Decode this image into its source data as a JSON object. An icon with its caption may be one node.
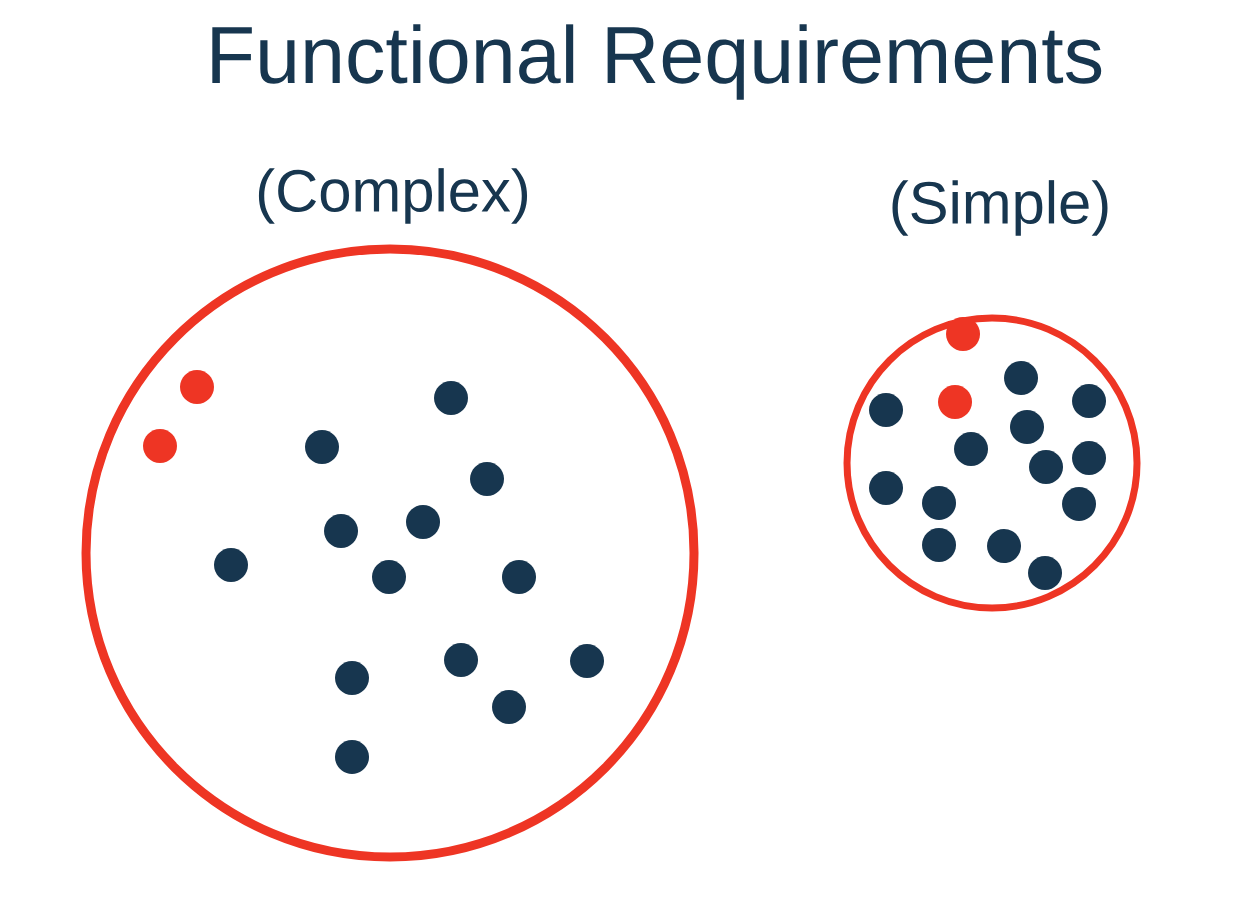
{
  "diagram": {
    "title": "Functional Requirements",
    "nodes": [
      {
        "text": [
          "(Complex)"
        ]
      },
      {
        "text": [
          "(Simple)"
        ]
      }
    ]
  }
}
